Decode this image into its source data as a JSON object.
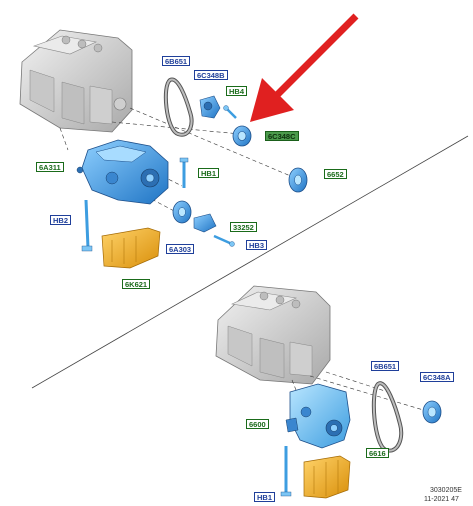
{
  "labels": {
    "l_6b651_top": "6B651",
    "l_6c348b": "6C348B",
    "l_hb4": "HB4",
    "l_6c348c": "6C348C",
    "l_6a311": "6A311",
    "l_hb1_top": "HB1",
    "l_6652": "6652",
    "l_hb2": "HB2",
    "l_33252": "33252",
    "l_hb3": "HB3",
    "l_6a303": "6A303",
    "l_6k621": "6K621",
    "l_6b651_bottom": "6B651",
    "l_6c348a": "6C348A",
    "l_6600": "6600",
    "l_6616": "6616",
    "l_hb1_bottom": "HB1"
  },
  "footer": {
    "code": "3030205E",
    "date": "11-2021 47"
  },
  "colors": {
    "label_blue": "#1f3f9a",
    "label_green": "#1a6b1a",
    "highlight_green": "#4c9a4c",
    "part_blue": "#4aa3e0",
    "part_yellow": "#f2b62e",
    "engine_gray": "#d9d9d9",
    "arrow_red": "#e02020"
  }
}
